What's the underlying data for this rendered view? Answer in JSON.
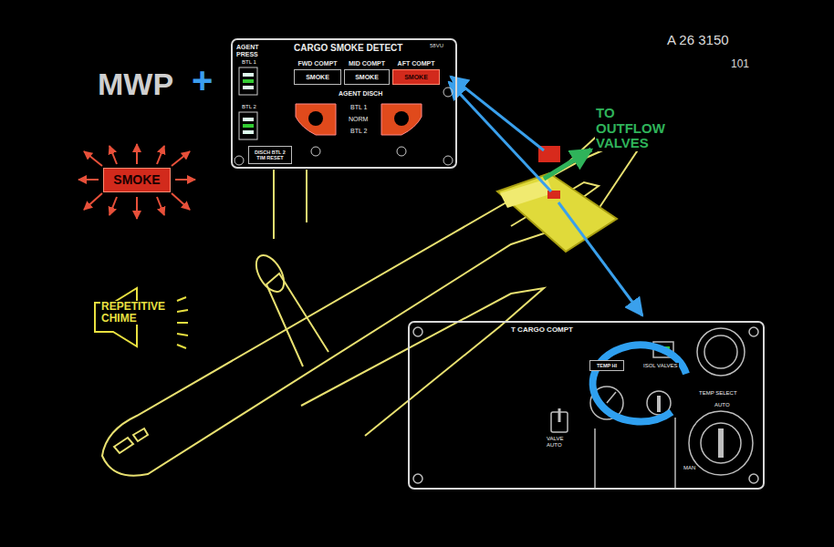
{
  "diagram": {
    "nodes": [
      {
        "text": [
          "CARGO SMOKE DETECT"
        ]
      },
      {
        "text": [
          "FWD COMPT",
          "SMOKE"
        ],
        "in": 0
      },
      {
        "text": [
          "MID COMPT",
          "SMOKE"
        ],
        "in": 0
      },
      {
        "text": [
          "AFT COMPT",
          "SMOKE"
        ],
        "in": 0
      },
      {
        "text": [
          "DISCH BTL 2 TIM RESET"
        ],
        "in": 0
      },
      {
        "text": [
          "SMOKE"
        ]
      },
      {
        "text": [
          "T CARGO COMPT"
        ]
      },
      {
        "text": [
          "TEMP HI"
        ],
        "in": 6
      }
    ],
    "labels": [
      "58VU",
      "AGENT PRESS",
      "BTL 1",
      "BTL 2",
      "AGENT DISCH",
      "BTL 1",
      "NORM",
      "BTL 2",
      "MWP",
      "+",
      "REPETITIVE CHIME",
      "TO OUTFLOW VALVES",
      "A 26 3150",
      "101",
      "ISOL VALVES",
      "VALVE AUTO",
      "TEMP SELECT",
      "AUTO",
      "MAN"
    ]
  }
}
